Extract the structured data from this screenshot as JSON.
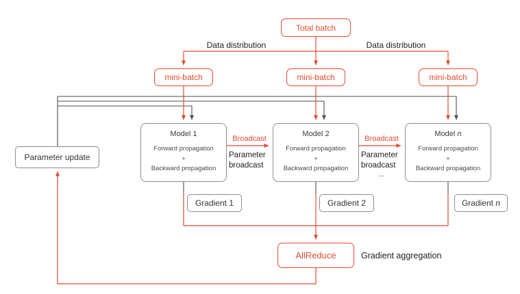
{
  "colors": {
    "accent": "#E14B2F",
    "line_dark": "#4D4D4D",
    "box_border": "#8C8C8C",
    "text": "#262626"
  },
  "diagram": {
    "total_batch": "Total batch",
    "data_distribution_left": "Data distribution",
    "data_distribution_right": "Data distribution",
    "minibatches": [
      {
        "label": "mini-batch"
      },
      {
        "label": "mini-batch"
      },
      {
        "label": "mini-batch"
      }
    ],
    "models": [
      {
        "prefix": "Model",
        "index": "1",
        "fwd": "Forward propagation",
        "plus": "+",
        "bwd": "Backward propagation"
      },
      {
        "prefix": "Model",
        "index": "2",
        "fwd": "Forward propagation",
        "plus": "+",
        "bwd": "Backward propagation"
      },
      {
        "prefix": "Model",
        "index": "n",
        "fwd": "Forward propagation",
        "plus": "+",
        "bwd": "Backward propagation"
      }
    ],
    "broadcasts": [
      {
        "arrow_label": "Broadcast",
        "note": "Parameter broadcast"
      },
      {
        "arrow_label": "Broadcast",
        "note": "Parameter broadcast",
        "ellipsis": "..."
      }
    ],
    "parameter_update": "Parameter update",
    "gradients": [
      {
        "prefix": "Gradient",
        "index": "1"
      },
      {
        "prefix": "Gradient",
        "index": "2"
      },
      {
        "prefix": "Gradient",
        "index": "n"
      }
    ],
    "allreduce": "AllReduce",
    "allreduce_note": "Gradient aggregation"
  }
}
